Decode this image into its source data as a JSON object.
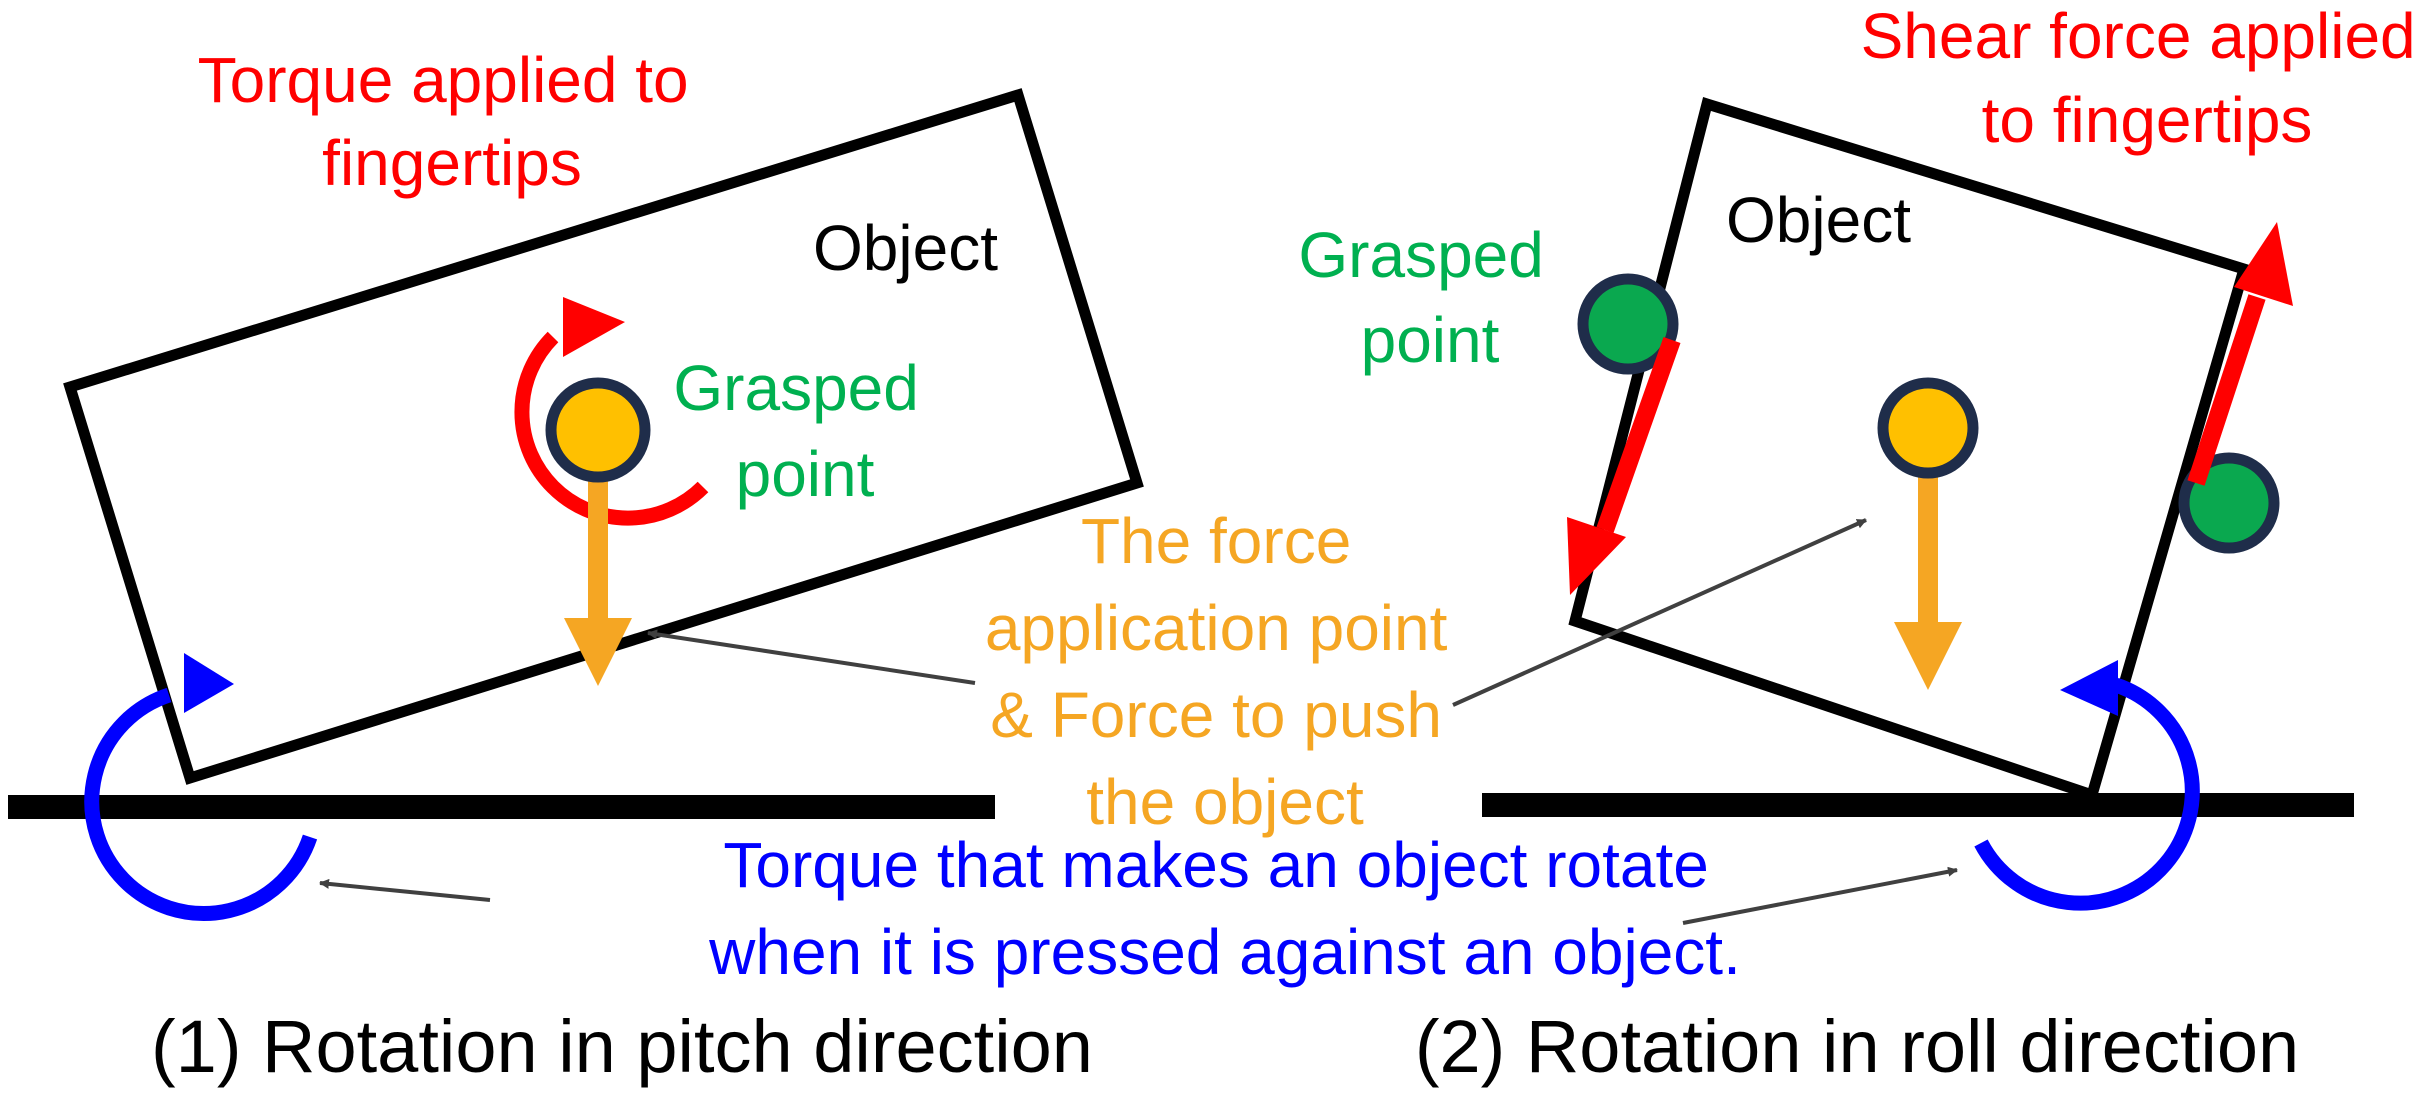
{
  "colors": {
    "red": "#ff0000",
    "green": "#00b050",
    "orange": "#f5a623",
    "blue": "#0000ff",
    "black": "#000000",
    "gray": "#404040",
    "grasp_fill": "#0aa84f",
    "center_fill": "#ffc000",
    "dot_outline": "#1f2d4a"
  },
  "labels": {
    "torque_fingertips_line1": "Torque applied to",
    "torque_fingertips_line2": "fingertips",
    "object_left": "Object",
    "grasped_left_line1": "Grasped",
    "grasped_left_line2": "point",
    "shear_line1": "Shear force applied",
    "shear_line2": "to fingertips",
    "object_right": "Object",
    "grasped_right_line1": "Grasped",
    "grasped_right_line2": "point",
    "force_line1": "The force",
    "force_line2": "application point",
    "force_line3": "& Force to push",
    "force_line4": "the object",
    "torque_press_line1": "Torque that makes an object rotate",
    "torque_press_line2": "when it is pressed against an object.",
    "caption_pitch": "(1) Rotation in pitch direction",
    "caption_roll": "(2) Rotation in roll direction"
  }
}
